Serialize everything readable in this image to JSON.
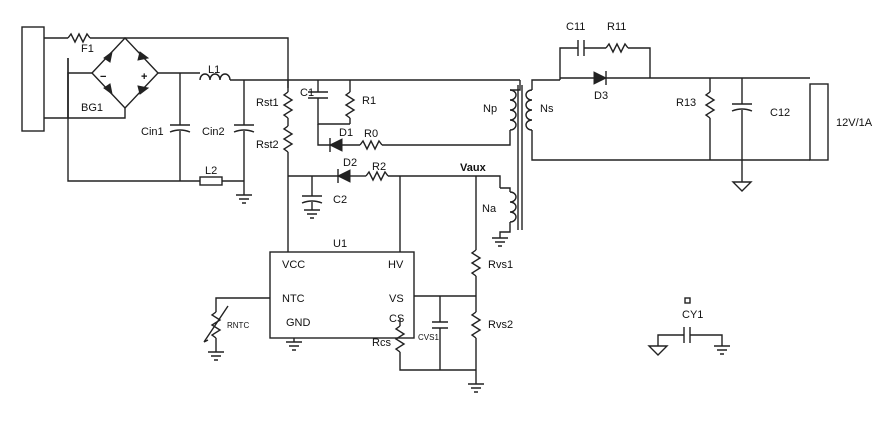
{
  "labels": {
    "f1": "F1",
    "bg1": "BG1",
    "bridge_minus": "−",
    "bridge_plus": "+",
    "l1": "L1",
    "l2": "L2",
    "cin1": "Cin1",
    "cin2": "Cin2",
    "rst1": "Rst1",
    "rst2": "Rst2",
    "c1": "C1",
    "r1": "R1",
    "d1": "D1",
    "r0": "R0",
    "d2": "D2",
    "r2": "R2",
    "c2": "C2",
    "vaux": "Vaux",
    "np": "Np",
    "ns": "Ns",
    "na": "Na",
    "u1": "U1",
    "pin_vcc": "VCC",
    "pin_hv": "HV",
    "pin_ntc": "NTC",
    "pin_vs": "VS",
    "pin_gnd": "GND",
    "pin_cs": "CS",
    "rntc": "RNTC",
    "rcs": "Rcs",
    "cvs1": "CVS1",
    "rvs1": "Rvs1",
    "rvs2": "Rvs2",
    "c11": "C11",
    "r11": "R11",
    "d3": "D3",
    "r13": "R13",
    "c12": "C12",
    "output": "12V/1A",
    "cy1": "CY1"
  }
}
